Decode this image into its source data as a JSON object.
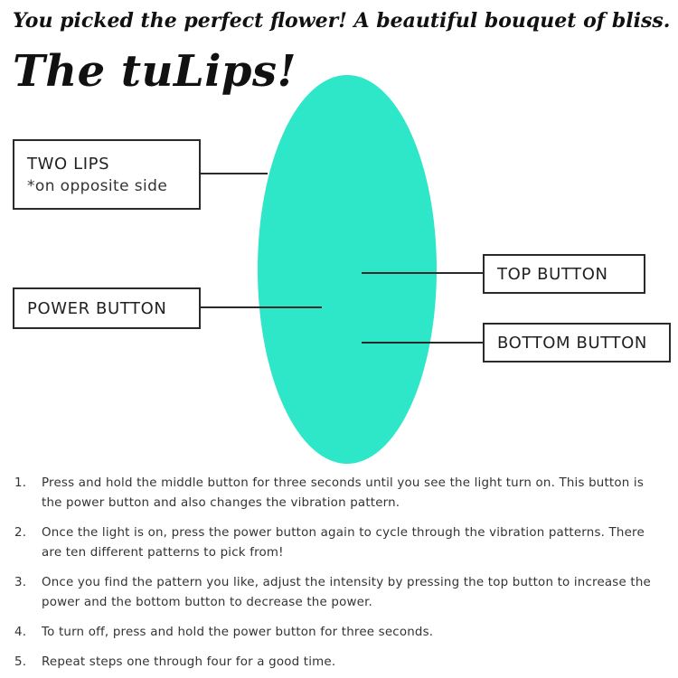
{
  "header": {
    "tagline": "You picked the perfect flower! A beautiful bouquet of bliss.",
    "title": "The tuLips!"
  },
  "device": {
    "color": "#2EE6C8"
  },
  "callouts": {
    "two_lips": {
      "label": "TWO LIPS",
      "note": "*on opposite side"
    },
    "power_button": {
      "label": "POWER BUTTON"
    },
    "top_button": {
      "label": "TOP BUTTON"
    },
    "bottom_button": {
      "label": "BOTTOM BUTTON"
    }
  },
  "instructions": [
    {
      "number": "1.",
      "text": "Press and hold the middle button for three seconds until you see the light turn on. This button is the power button and also changes the vibration pattern."
    },
    {
      "number": "2.",
      "text": "Once the light is on, press the power button again to cycle through the vibration patterns. There are ten different patterns to pick from!"
    },
    {
      "number": "3.",
      "text": "Once you find the pattern you like, adjust the intensity by pressing the top button to increase the power and the bottom button to decrease the power."
    },
    {
      "number": "4.",
      "text": "To turn off, press and hold the power button for three seconds."
    },
    {
      "number": "5.",
      "text": "Repeat steps one through four for a good time."
    }
  ]
}
